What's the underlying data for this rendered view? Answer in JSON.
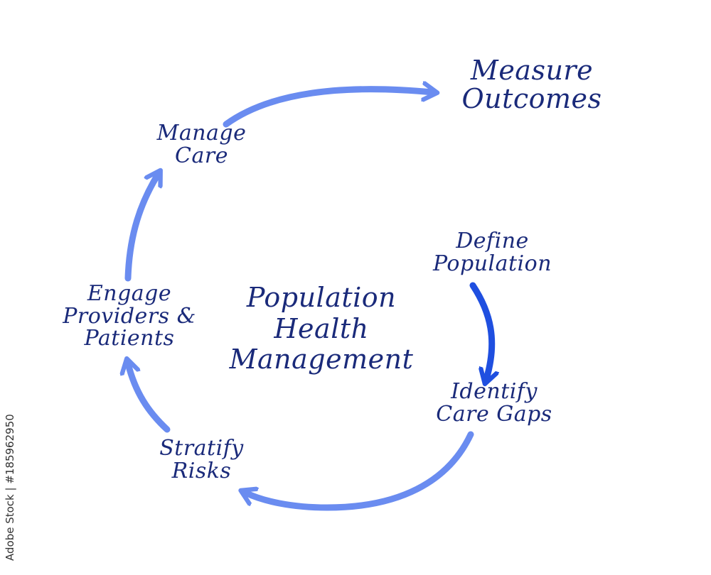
{
  "colors": {
    "text": "#1a2a7a",
    "arrow_light": "#6a8cf0",
    "arrow_dark": "#1f4fe0",
    "background": "#ffffff"
  },
  "center": {
    "line1": "Population",
    "line2": "Health",
    "line3": "Management"
  },
  "steps": [
    {
      "line1": "Define",
      "line2": "Population"
    },
    {
      "line1": "Identify",
      "line2": "Care Gaps"
    },
    {
      "line1": "Stratify",
      "line2": "Risks"
    },
    {
      "line1": "Engage",
      "line2": "Providers &",
      "line3": "Patients"
    },
    {
      "line1": "Manage",
      "line2": "Care"
    }
  ],
  "outcome": {
    "line1": "Measure",
    "line2": "Outcomes"
  },
  "stock_id": "Adobe Stock | #185962950"
}
